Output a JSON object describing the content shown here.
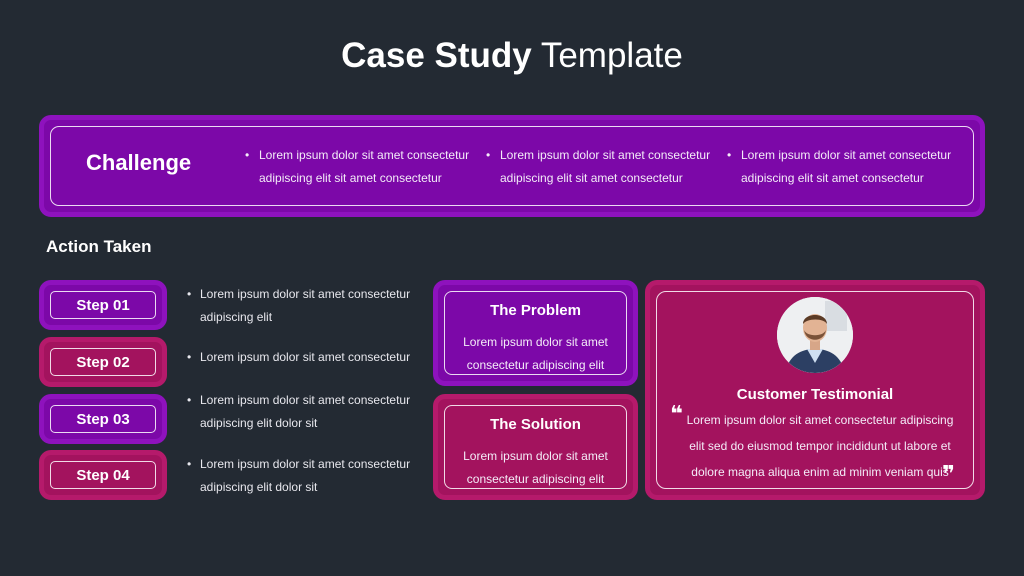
{
  "header": {
    "title_bold": "Case Study",
    "title_light": "Template"
  },
  "challenge": {
    "label": "Challenge",
    "bullets": [
      {
        "line1": "Lorem ipsum dolor sit amet consectetur",
        "line2": "adipiscing elit  sit amet consectetur"
      },
      {
        "line1": "Lorem ipsum dolor sit amet consectetur",
        "line2": "adipiscing elit  sit amet consectetur"
      },
      {
        "line1": "Lorem ipsum dolor sit amet consectetur",
        "line2": "adipiscing elit  sit amet consectetur"
      }
    ]
  },
  "action": {
    "title": "Action Taken",
    "steps": [
      {
        "label": "Step 01",
        "line1": "Lorem ipsum dolor sit amet consectetur",
        "line2": "adipiscing elit"
      },
      {
        "label": "Step 02",
        "line1": "Lorem ipsum dolor sit amet consectetur",
        "line2": ""
      },
      {
        "label": "Step 03",
        "line1": "Lorem ipsum dolor sit amet consectetur",
        "line2": "adipiscing elit dolor sit"
      },
      {
        "label": "Step 04",
        "line1": "Lorem ipsum dolor sit amet consectetur",
        "line2": "adipiscing elit dolor sit"
      }
    ]
  },
  "problem": {
    "title": "The Problem",
    "line1": "Lorem ipsum dolor sit amet",
    "line2": "consectetur adipiscing elit"
  },
  "solution": {
    "title": "The Solution",
    "line1": "Lorem ipsum dolor sit amet",
    "line2": "consectetur adipiscing elit"
  },
  "testimonial": {
    "title": "Customer Testimonial",
    "line1": "Lorem ipsum dolor sit amet consectetur adipiscing",
    "line2": "elit sed do eiusmod tempor incididunt ut labore et",
    "line3": "dolore magna aliqua enim ad minim veniam quis",
    "avatar_icon": "person-photo-icon"
  },
  "colors": {
    "background": "#232a33",
    "purple": "#7c08a8",
    "magenta": "#a3135e"
  }
}
